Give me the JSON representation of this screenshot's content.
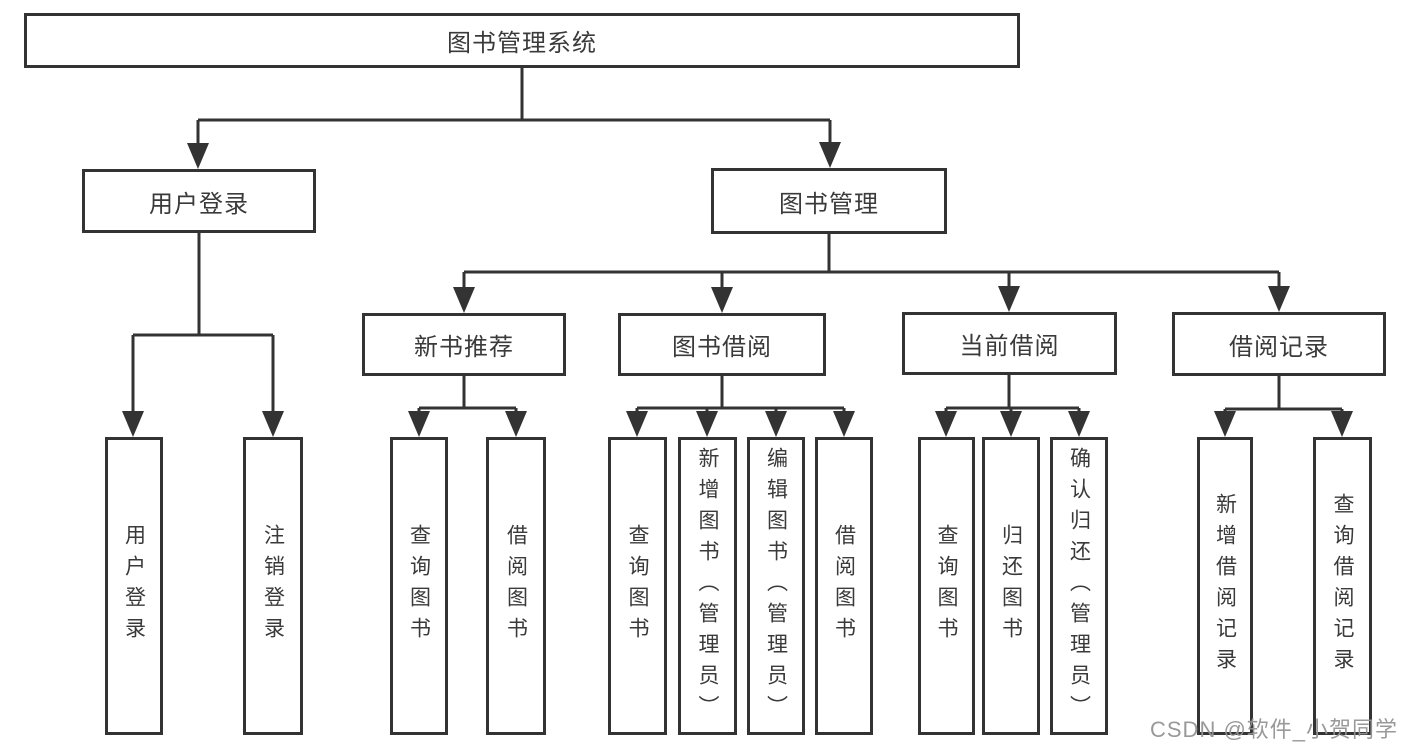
{
  "diagram": {
    "type": "tree",
    "root": {
      "label": "图书管理系统"
    },
    "branches": [
      {
        "label": "用户登录",
        "children": [
          {
            "label": "用户登录"
          },
          {
            "label": "注销登录"
          }
        ]
      },
      {
        "label": "图书管理",
        "children": [
          {
            "label": "新书推荐",
            "children": [
              {
                "label": "查询图书"
              },
              {
                "label": "借阅图书"
              }
            ]
          },
          {
            "label": "图书借阅",
            "children": [
              {
                "label": "查询图书"
              },
              {
                "label": "新增图书（管理员）"
              },
              {
                "label": "编辑图书（管理员）"
              },
              {
                "label": "借阅图书"
              }
            ]
          },
          {
            "label": "当前借阅",
            "children": [
              {
                "label": "查询图书"
              },
              {
                "label": "归还图书"
              },
              {
                "label": "确认归还（管理员）"
              }
            ]
          },
          {
            "label": "借阅记录",
            "children": [
              {
                "label": "新增借阅记录"
              },
              {
                "label": "查询借阅记录"
              }
            ]
          }
        ]
      }
    ]
  },
  "watermark": {
    "text": "CSDN @软件_小贺同学"
  },
  "colors": {
    "line": "#333333",
    "box_border": "#333333",
    "box_background": "#ffffff",
    "text": "#3a3a3a",
    "watermark": "#949494"
  }
}
